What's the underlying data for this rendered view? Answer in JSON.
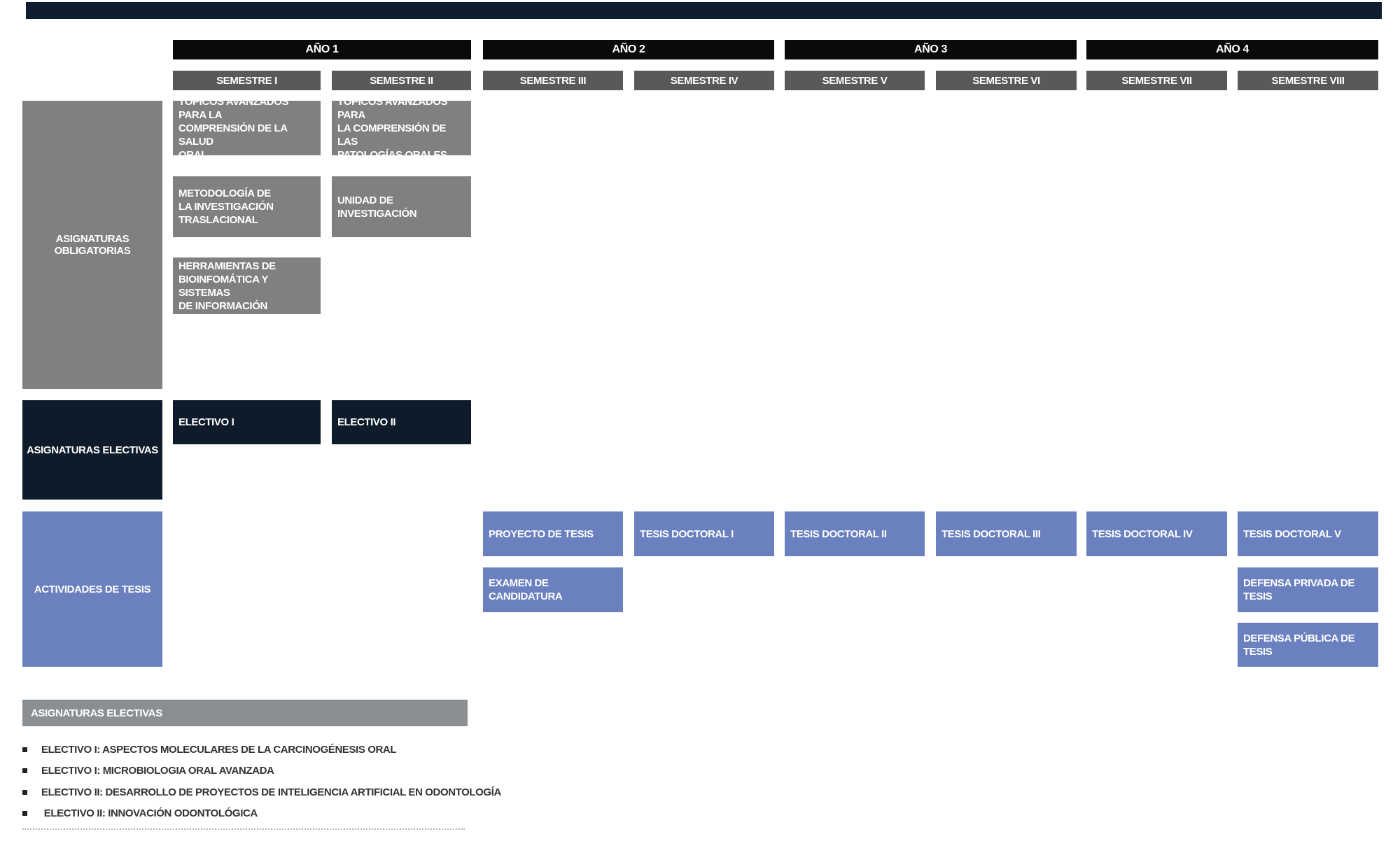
{
  "years": [
    "AÑO 1",
    "AÑO 2",
    "AÑO 3",
    "AÑO 4"
  ],
  "semesters": [
    "SEMESTRE I",
    "SEMESTRE II",
    "SEMESTRE III",
    "SEMESTRE IV",
    "SEMESTRE V",
    "SEMESTRE VI",
    "SEMESTRE VII",
    "SEMESTRE VIII"
  ],
  "categories": {
    "obligatorias": "ASIGNATURAS OBLIGATORIAS",
    "electivas": "ASIGNATURAS ELECTIVAS",
    "tesis": "ACTIVIDADES DE TESIS"
  },
  "obligatorias": {
    "s1_c1": "TÓPICOS AVANZADOS PARA LA\nCOMPRENSIÓN DE LA SALUD\nORAL",
    "s2_c1": "TÓPICOS AVANZADOS PARA\nLA COMPRENSIÓN DE LAS\nPATOLOGÍAS ORALES",
    "s1_c2": "METODOLOGÍA DE\nLA INVESTIGACIÓN\nTRASLACIONAL",
    "s2_c2": "UNIDAD DE INVESTIGACIÓN",
    "s1_c3": "HERRAMIENTAS DE\nBIOINFOMÁTICA Y SISTEMAS\nDE INFORMACIÓN"
  },
  "electivas": {
    "s1": "ELECTIVO I",
    "s2": "ELECTIVO II"
  },
  "tesis": {
    "proyecto": "PROYECTO DE TESIS",
    "examen": "EXAMEN DE CANDIDATURA",
    "t1": "TESIS  DOCTORAL I",
    "t2": "TESIS  DOCTORAL II",
    "t3": "TESIS  DOCTORAL III",
    "t4": "TESIS  DOCTORAL IV",
    "t5": "TESIS  DOCTORAL V",
    "privada": "DEFENSA PRIVADA DE TESIS",
    "publica": "DEFENSA PÚBLICA DE TESIS"
  },
  "legend": {
    "title": "ASIGNATURAS ELECTIVAS",
    "items": [
      "ELECTIVO I: ASPECTOS MOLECULARES DE LA CARCINOGÉNESIS ORAL",
      "ELECTIVO I: MICROBIOLOGIA ORAL AVANZADA",
      "ELECTIVO II: DESARROLLO DE PROYECTOS DE INTELIGENCIA ARTIFICIAL EN ODONTOLOGÍA",
      " ELECTIVO II: INNOVACIÓN ODONTOLÓGICA"
    ]
  },
  "colors": {
    "top_bar": "#0f1e2e",
    "year_header": "#0a0a0a",
    "semester_header": "#595959",
    "obligatorias": "#808080",
    "electivas": "#0e1b2a",
    "tesis": "#6a80bf",
    "legend_header": "#8c8f92"
  }
}
